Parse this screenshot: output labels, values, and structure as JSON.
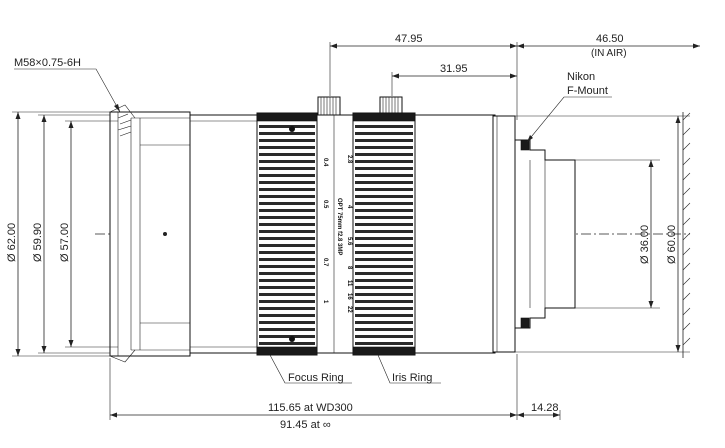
{
  "dimensions": {
    "top_overall": "47.95",
    "top_air": "46.50",
    "top_air_note": "(IN AIR)",
    "top_inner": "31.95",
    "bottom_wd": "115.65 at WD300",
    "bottom_inf": "91.45 at ∞",
    "bottom_right": "14.28",
    "dia_62": "Ø 62.00",
    "dia_599": "Ø 59.90",
    "dia_57": "Ø 57.00",
    "dia_36": "Ø 36.00",
    "dia_60": "Ø 60.00"
  },
  "labels": {
    "thread": "M58×0.75-6H",
    "mount_line1": "Nikon",
    "mount_line2": "F-Mount",
    "focus_ring": "Focus Ring",
    "iris_ring": "Iris Ring"
  },
  "ring_markings": {
    "focus_scale": [
      "0.4",
      "0.5",
      "0.7",
      "1"
    ],
    "iris_scale": [
      "2.8",
      "4",
      "5.6",
      "8",
      "11",
      "16",
      "22"
    ],
    "model": "OPT 75mm f2.8 3MP"
  }
}
